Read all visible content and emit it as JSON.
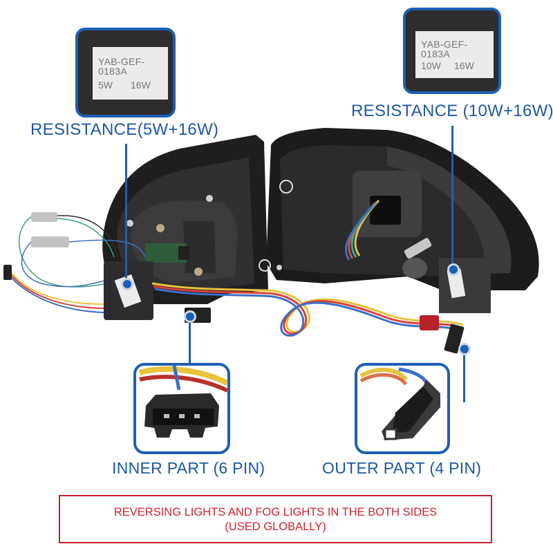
{
  "resistor_left": {
    "sticker_code": "YAB-GEF-0183A",
    "watt_1": "5W",
    "watt_2": "16W",
    "label": "RESISTANCE(5W+16W)"
  },
  "resistor_right": {
    "sticker_code": "YAB-GEF-0183A",
    "watt_1": "10W",
    "watt_2": "16W",
    "label": "RESISTANCE (10W+16W)"
  },
  "connector_inner": {
    "label": "INNER PART (6 PIN)"
  },
  "connector_outer": {
    "label": "OUTER PART (4 PIN)"
  },
  "notice": {
    "line_1": "REVERSING LIGHTS AND FOG LIGHTS IN THE BOTH SIDES",
    "line_2": "(USED GLOBALLY)"
  },
  "colors": {
    "callout_blue": "#1d5fb3",
    "label_blue": "#1c58a8",
    "notice_red": "#c8202d",
    "housing_dark": "#2a2a2c"
  }
}
